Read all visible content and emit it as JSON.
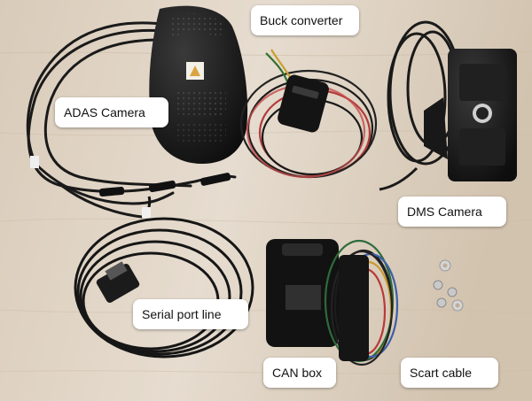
{
  "labels": {
    "buck_converter": "Buck converter",
    "adas_camera": "ADAS Camera",
    "dms_camera": "DMS Camera",
    "serial_port_line": "Serial port line",
    "can_box": "CAN box",
    "scart_cable": "Scart cable"
  },
  "colors": {
    "table_wood": "#ddd1c1",
    "device_black": "#151515",
    "label_bg": "#ffffff"
  }
}
